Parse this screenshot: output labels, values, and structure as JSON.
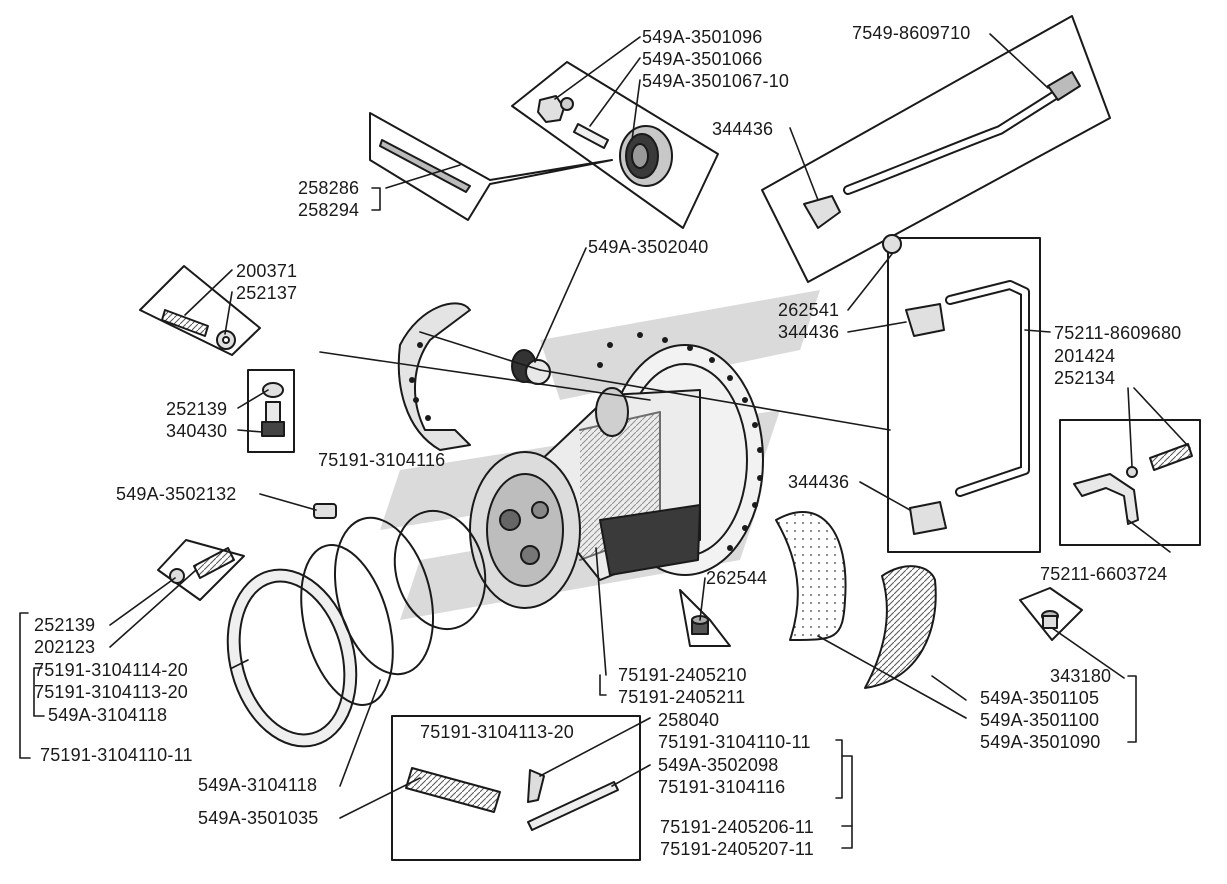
{
  "colors": {
    "ink": "#1a1a1a",
    "fill_light": "#e8e8e8",
    "fill_mid": "#9a9a9a",
    "fill_dark": "#3a3a3a",
    "watermark": "#d4d4d4"
  },
  "labels": {
    "p549a_3501096": "549A-3501096",
    "p549a_3501066": "549A-3501066",
    "p549a_3501067_10": "549A-3501067-10",
    "p7549_8609710": "7549-8609710",
    "p344436_a": "344436",
    "p258286": "258286",
    "p258294": "258294",
    "p549a_3502040": "549A-3502040",
    "p200371": "200371",
    "p252137": "252137",
    "p262541": "262541",
    "p344436_b": "344436",
    "p75211_8609680": "75211-8609680",
    "p201424": "201424",
    "p252134": "252134",
    "p252139_a": "252139",
    "p340430": "340430",
    "p75191_3104116_a": "75191-3104116",
    "p344436_c": "344436",
    "p549a_3502132": "549A-3502132",
    "p262544": "262544",
    "p75211_6603724": "75211-6603724",
    "p252139_b": "252139",
    "p202123": "202123",
    "p75191_3104114_20": "75191-3104114-20",
    "p75191_3104113_20_a": "75191-3104113-20",
    "p549a_3104118_a": "549A-3104118",
    "p75191_3104110_11_a": "75191-3104110-11",
    "p75191_2405210": "75191-2405210",
    "p75191_2405211": "75191-2405211",
    "p343180": "343180",
    "p549a_3501105": "549A-3501105",
    "p549a_3501100": "549A-3501100",
    "p549a_3501090": "549A-3501090",
    "p75191_3104113_20_b": "75191-3104113-20",
    "p258040": "258040",
    "p75191_3104110_11_b": "75191-3104110-11",
    "p549a_3502098": "549A-3502098",
    "p75191_3104116_b": "75191-3104116",
    "p549a_3104118_b": "549A-3104118",
    "p549a_3501035": "549A-3501035",
    "p75191_2405206_11": "75191-2405206-11",
    "p75191_2405207_11": "75191-2405207-11"
  }
}
